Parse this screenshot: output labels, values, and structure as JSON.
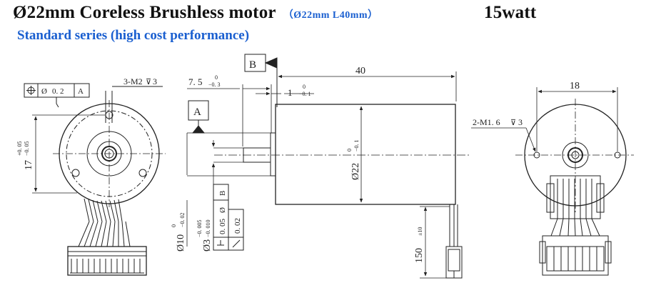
{
  "header": {
    "title": "Ø22mm Coreless Brushless motor",
    "spec": "（Ø22mm L40mm）",
    "power": "15watt",
    "series": "Standard series (high cost performance)"
  },
  "front_view": {
    "tolerance_frame": {
      "symbol": "⌖",
      "diameter_sign": "Ø",
      "value": "0. 2",
      "datum": "A"
    },
    "hole_callout": "3-M2",
    "hole_depth": "3",
    "dim_17": "17",
    "dim_17_tol_upper": "+0. 05",
    "dim_17_tol_lower": "−0. 05"
  },
  "side_view": {
    "datum_b": "B",
    "datum_a": "A",
    "dim_40": "40",
    "dim_7_5": "7. 5",
    "dim_7_5_tol_upper": "0",
    "dim_7_5_tol_lower": "−0. 3",
    "dim_1": "1",
    "dim_1_tol_upper": "0",
    "dim_1_tol_lower": "−0. 1",
    "dim_d22": "Ø22",
    "dim_d22_tol_upper": "0",
    "dim_d22_tol_lower": "−0. 1",
    "dim_d10": "Ø10",
    "dim_d10_tol_upper": "0",
    "dim_d10_tol_lower": "−0. 02",
    "dim_d3": "Ø3",
    "dim_d3_tol_upper": "−0. 005",
    "dim_d3_tol_lower": "−0. 010",
    "frame_runout": {
      "symbol": "⊥",
      "diameter_sign": "Ø",
      "value": "0. 05",
      "datum": "B"
    },
    "frame_flat": {
      "symbol": "↗",
      "value": "0. 02"
    },
    "dim_150": "150",
    "dim_150_tol": "±10"
  },
  "rear_view": {
    "dim_18": "18",
    "hole_callout": "2-M1. 6",
    "hole_depth": "3"
  },
  "colors": {
    "title": "#111111",
    "series": "#1a5fd0",
    "line": "#222222"
  }
}
